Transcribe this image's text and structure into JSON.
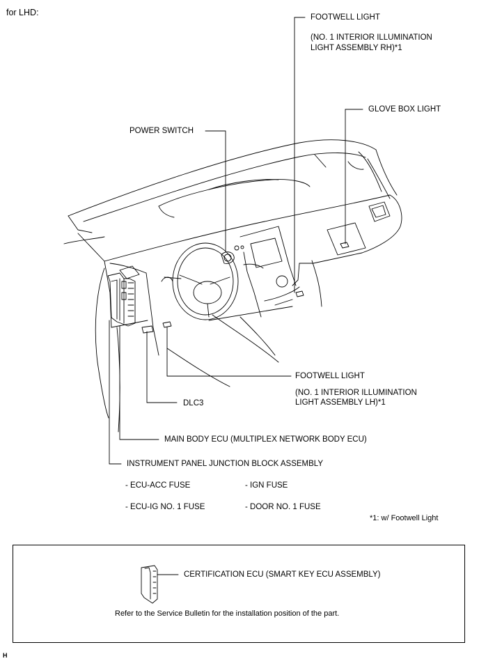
{
  "header": {
    "variant": "for LHD:"
  },
  "labels": {
    "footwell_rh_title": "FOOTWELL LIGHT",
    "footwell_rh_sub1": "(NO. 1 INTERIOR ILLUMINATION",
    "footwell_rh_sub2": "LIGHT ASSEMBLY RH)*1",
    "glove_box": "GLOVE BOX LIGHT",
    "power_switch": "POWER SWITCH",
    "footwell_lh_title": "FOOTWELL LIGHT",
    "footwell_lh_sub1": "(NO. 1 INTERIOR ILLUMINATION",
    "footwell_lh_sub2": "LIGHT ASSEMBLY LH)*1",
    "dlc3": "DLC3",
    "main_body_ecu": "MAIN BODY ECU (MULTIPLEX NETWORK BODY ECU)",
    "ip_junction_block": "INSTRUMENT PANEL JUNCTION BLOCK ASSEMBLY"
  },
  "fuses": {
    "ecu_acc": "- ECU-ACC FUSE",
    "ign": "- IGN FUSE",
    "ecu_ig1": "- ECU-IG NO. 1 FUSE",
    "door1": "- DOOR NO. 1 FUSE"
  },
  "footnote": "*1: w/ Footwell Light",
  "note_box": {
    "certification_ecu": "CERTIFICATION ECU (SMART KEY ECU ASSEMBLY)",
    "instruction": "Refer to the Service Bulletin for the installation position of the part."
  },
  "corner_mark": "H"
}
